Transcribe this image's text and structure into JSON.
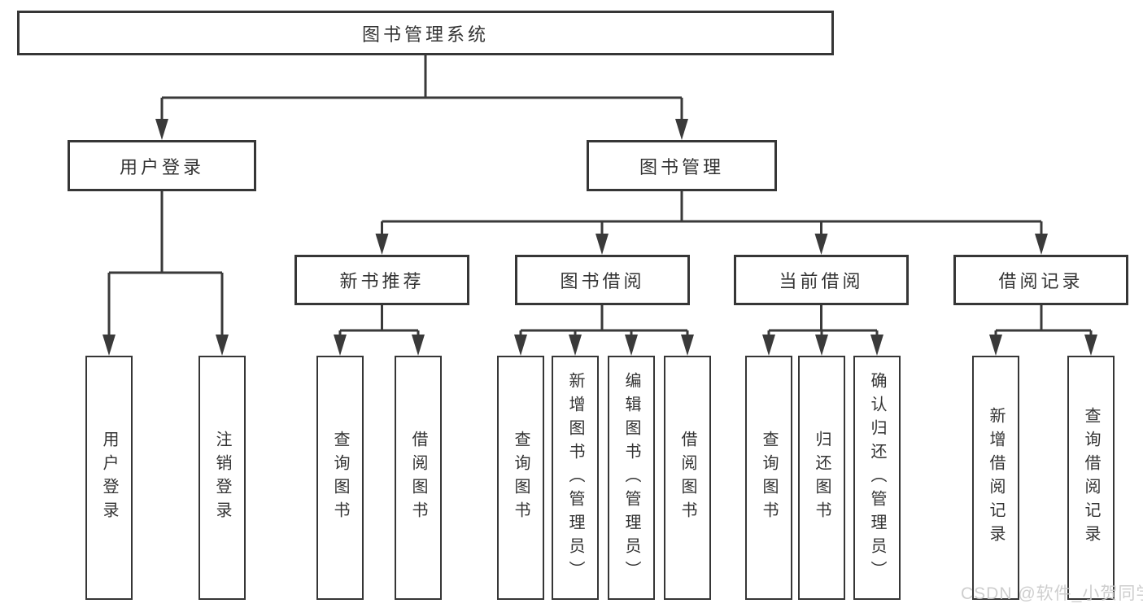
{
  "colors": {
    "line": "#3a3a3a",
    "border": "#363636",
    "text": "#333333",
    "box_fill": "#ffffff",
    "watermark": "#c9c9c9",
    "background": "#ffffff"
  },
  "tree": {
    "root": {
      "label": "图书管理系统"
    },
    "level2": {
      "user_login": {
        "label": "用户登录"
      },
      "book_management": {
        "label": "图书管理"
      }
    },
    "level3": {
      "new_book": {
        "label": "新书推荐"
      },
      "book_borrow": {
        "label": "图书借阅"
      },
      "current_borrow": {
        "label": "当前借阅"
      },
      "borrow_record": {
        "label": "借阅记录"
      }
    },
    "level4": {
      "user_login_children": [
        {
          "label": "用户登录"
        },
        {
          "label": "注销登录"
        }
      ],
      "new_book_children": [
        {
          "label": "查询图书"
        },
        {
          "label": "借阅图书"
        }
      ],
      "book_borrow_children": [
        {
          "label": "查询图书"
        },
        {
          "label": "新增图书（管理员）"
        },
        {
          "label": "编辑图书（管理员）"
        },
        {
          "label": "借阅图书"
        }
      ],
      "current_borrow_children": [
        {
          "label": "查询图书"
        },
        {
          "label": "归还图书"
        },
        {
          "label": "确认归还（管理员）"
        }
      ],
      "borrow_record_children": [
        {
          "label": "新增借阅记录"
        },
        {
          "label": "查询借阅记录"
        }
      ]
    }
  },
  "watermark": {
    "text": "CSDN @软件_小贺同学"
  }
}
